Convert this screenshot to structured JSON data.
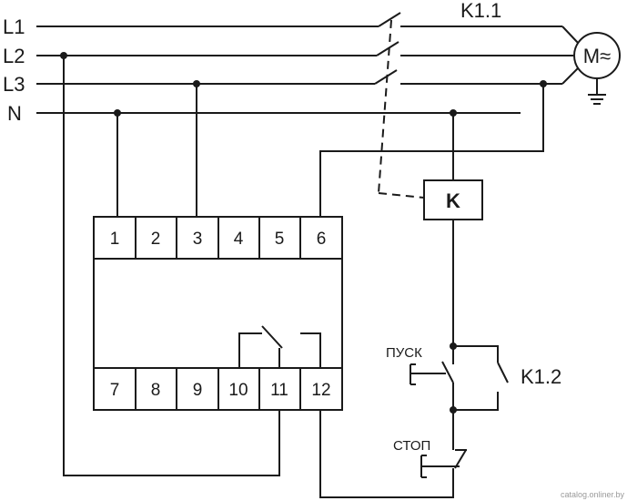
{
  "lines": {
    "l1": "L1",
    "l2": "L2",
    "l3": "L3",
    "n": "N"
  },
  "contactor": {
    "main_contacts": "K1.1",
    "coil": "K",
    "aux_contact": "K1.2"
  },
  "motor": {
    "symbol": "M≈"
  },
  "buttons": {
    "start": "ПУСК",
    "stop": "СТОП"
  },
  "relay": {
    "top_terminals": [
      "1",
      "2",
      "3",
      "4",
      "5",
      "6"
    ],
    "bottom_terminals": [
      "7",
      "8",
      "9",
      "10",
      "11",
      "12"
    ]
  },
  "watermark": "catalog.onliner.by",
  "icons": {
    "motor": "motor-icon",
    "ground": "ground-icon",
    "coil": "coil-icon"
  }
}
